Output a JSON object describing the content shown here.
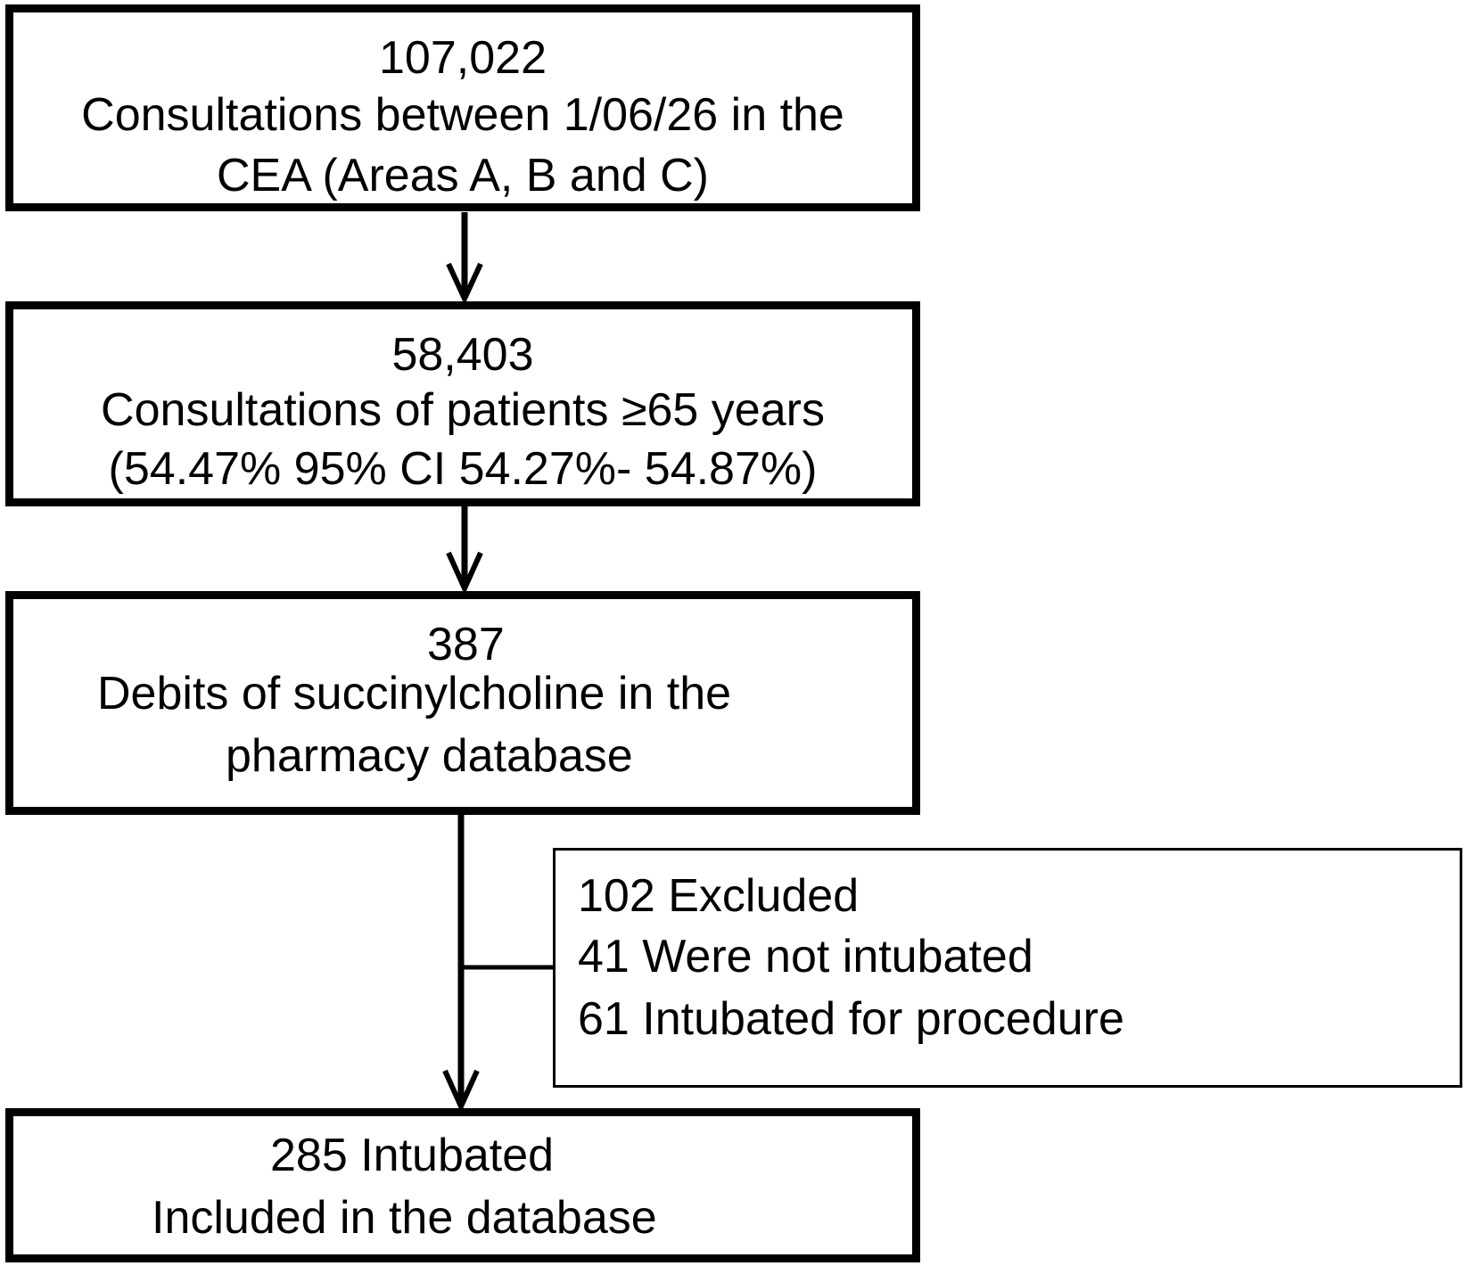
{
  "box1": {
    "count": "107,022",
    "line1": "Consultations between 1/06/26 in the",
    "line2": "CEA (Areas A, B and C)"
  },
  "box2": {
    "count": "58,403",
    "line1": "Consultations of patients ≥65 years",
    "line2": "(54.47% 95% CI 54.27%- 54.87%)"
  },
  "box3": {
    "count": "387",
    "line1": "Debits of succinylcholine in the",
    "line2": "pharmacy database"
  },
  "excluded": {
    "line1": "102 Excluded",
    "line2": "41 Were not intubated",
    "line3": "61 Intubated for procedure"
  },
  "box4": {
    "line1": "285 Intubated",
    "line2": "Included in the database"
  }
}
